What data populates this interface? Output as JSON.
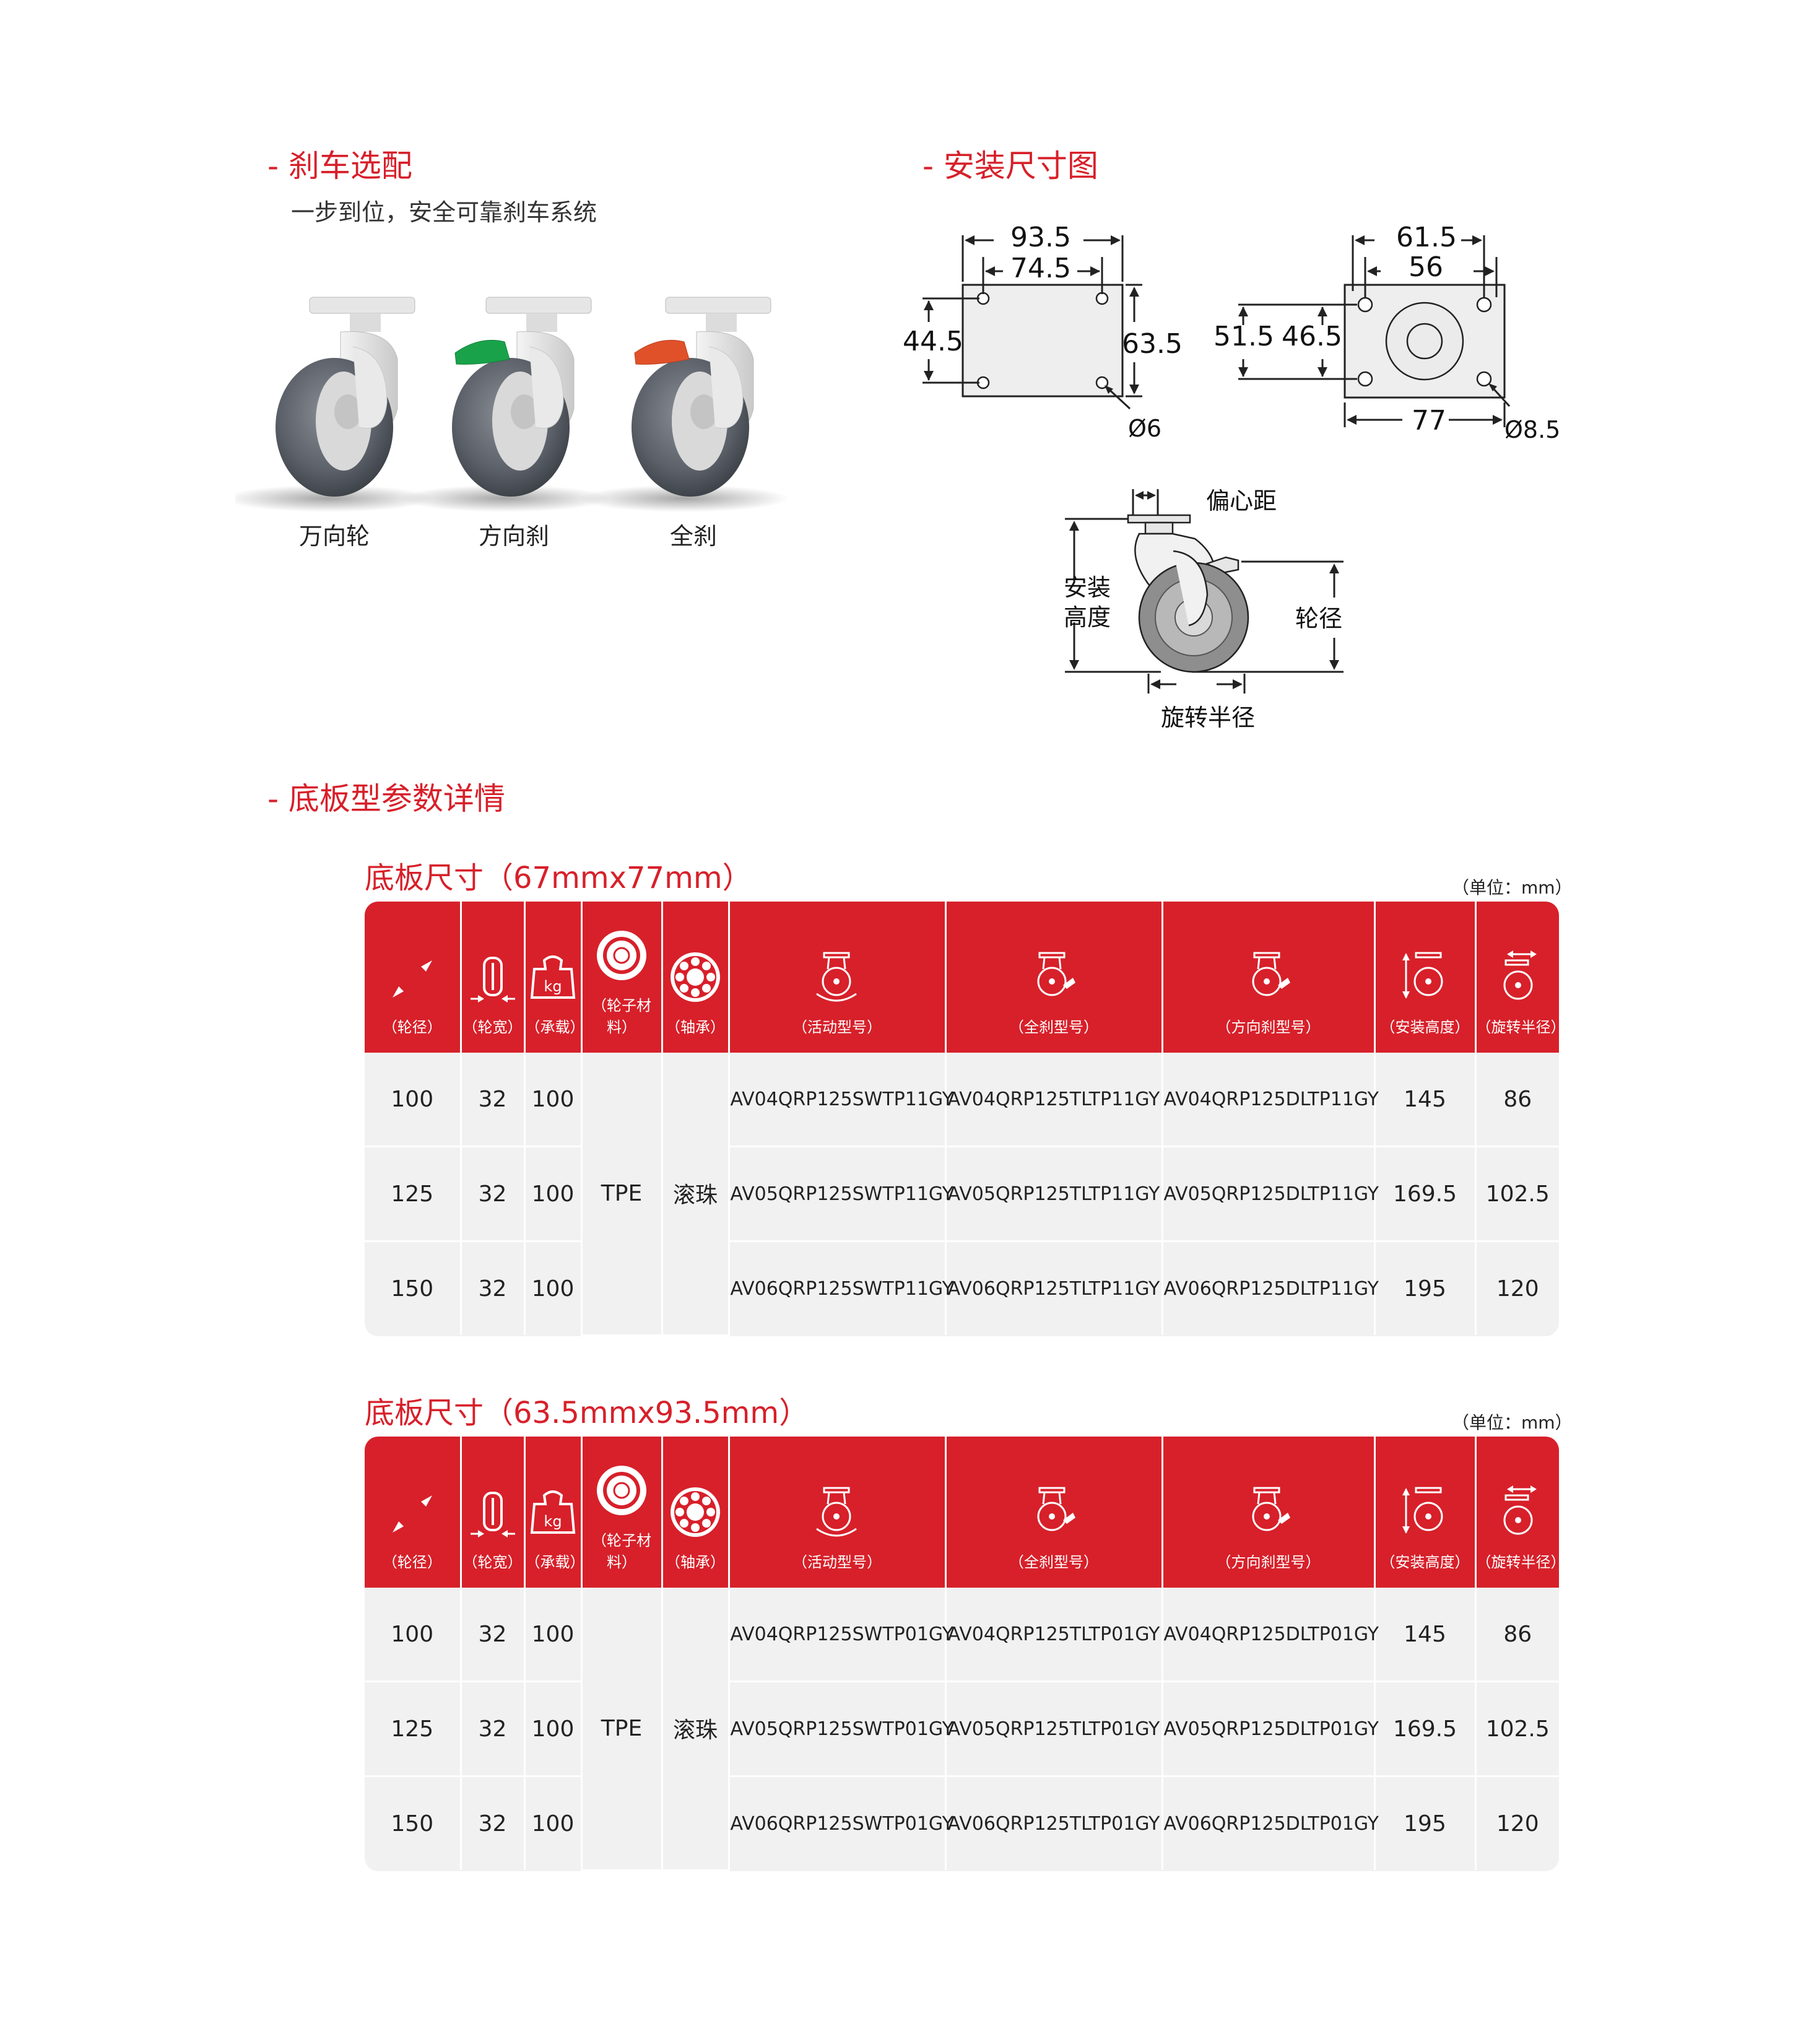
{
  "brake": {
    "title": "- 刹车选配",
    "subtitle": "一步到位，安全可靠刹车系统",
    "casters": [
      {
        "label": "万向轮",
        "pedal_color": ""
      },
      {
        "label": "方向刹",
        "pedal_color": "#1aa24a"
      },
      {
        "label": "全刹",
        "pedal_color": "#e0512a"
      }
    ]
  },
  "mounting": {
    "title": "- 安装尺寸图",
    "plate1": {
      "outer_w": "93.5",
      "inner_w": "74.5",
      "inner_h": "44.5",
      "outer_h": "63.5",
      "hole": "Ø6"
    },
    "plate2": {
      "outer_w": "61.5",
      "inner_w": "56",
      "outer_h": "51.5",
      "inner_h": "46.5",
      "bottom_w": "77",
      "hole": "Ø8.5"
    },
    "side": {
      "offset": "偏心距",
      "height": "安装\n高度",
      "height_l1": "安装",
      "height_l2": "高度",
      "wheel_dia": "轮径",
      "swivel_radius": "旋转半径"
    }
  },
  "params": {
    "title": "- 底板型参数详情",
    "headers": [
      "（轮径）",
      "（轮宽）",
      "（承载）",
      "（轮子材料）",
      "（轴承）",
      "（活动型号）",
      "（全刹型号）",
      "（方向刹型号）",
      "（安装高度）",
      "（旋转半径）"
    ],
    "icon_names": [
      "wheel-diameter-icon",
      "wheel-width-icon",
      "load-kg-icon",
      "wheel-material-icon",
      "bearing-icon",
      "swivel-caster-icon",
      "total-brake-caster-icon",
      "directional-brake-caster-icon",
      "mount-height-icon",
      "swivel-radius-icon"
    ],
    "kg_label": "kg",
    "tables": [
      {
        "title": "底板尺寸（67mmx77mm）",
        "unit": "（单位：mm）",
        "material": "TPE",
        "bearing": "滚珠",
        "rows": [
          [
            "100",
            "32",
            "100",
            "AV04QRP125SWTP11GY",
            "AV04QRP125TLTP11GY",
            "AV04QRP125DLTP11GY",
            "145",
            "86"
          ],
          [
            "125",
            "32",
            "100",
            "AV05QRP125SWTP11GY",
            "AV05QRP125TLTP11GY",
            "AV05QRP125DLTP11GY",
            "169.5",
            "102.5"
          ],
          [
            "150",
            "32",
            "100",
            "AV06QRP125SWTP11GY",
            "AV06QRP125TLTP11GY",
            "AV06QRP125DLTP11GY",
            "195",
            "120"
          ]
        ]
      },
      {
        "title": "底板尺寸（63.5mmx93.5mm）",
        "unit": "（单位：mm）",
        "material": "TPE",
        "bearing": "滚珠",
        "rows": [
          [
            "100",
            "32",
            "100",
            "AV04QRP125SWTP01GY",
            "AV04QRP125TLTP01GY",
            "AV04QRP125DLTP01GY",
            "145",
            "86"
          ],
          [
            "125",
            "32",
            "100",
            "AV05QRP125SWTP01GY",
            "AV05QRP125TLTP01GY",
            "AV05QRP125DLTP01GY",
            "169.5",
            "102.5"
          ],
          [
            "150",
            "32",
            "100",
            "AV06QRP125SWTP01GY",
            "AV06QRP125TLTP01GY",
            "AV06QRP125DLTP01GY",
            "195",
            "120"
          ]
        ]
      }
    ]
  },
  "colors": {
    "accent": "#d7202a",
    "row_bg": "#f1f1f1"
  }
}
